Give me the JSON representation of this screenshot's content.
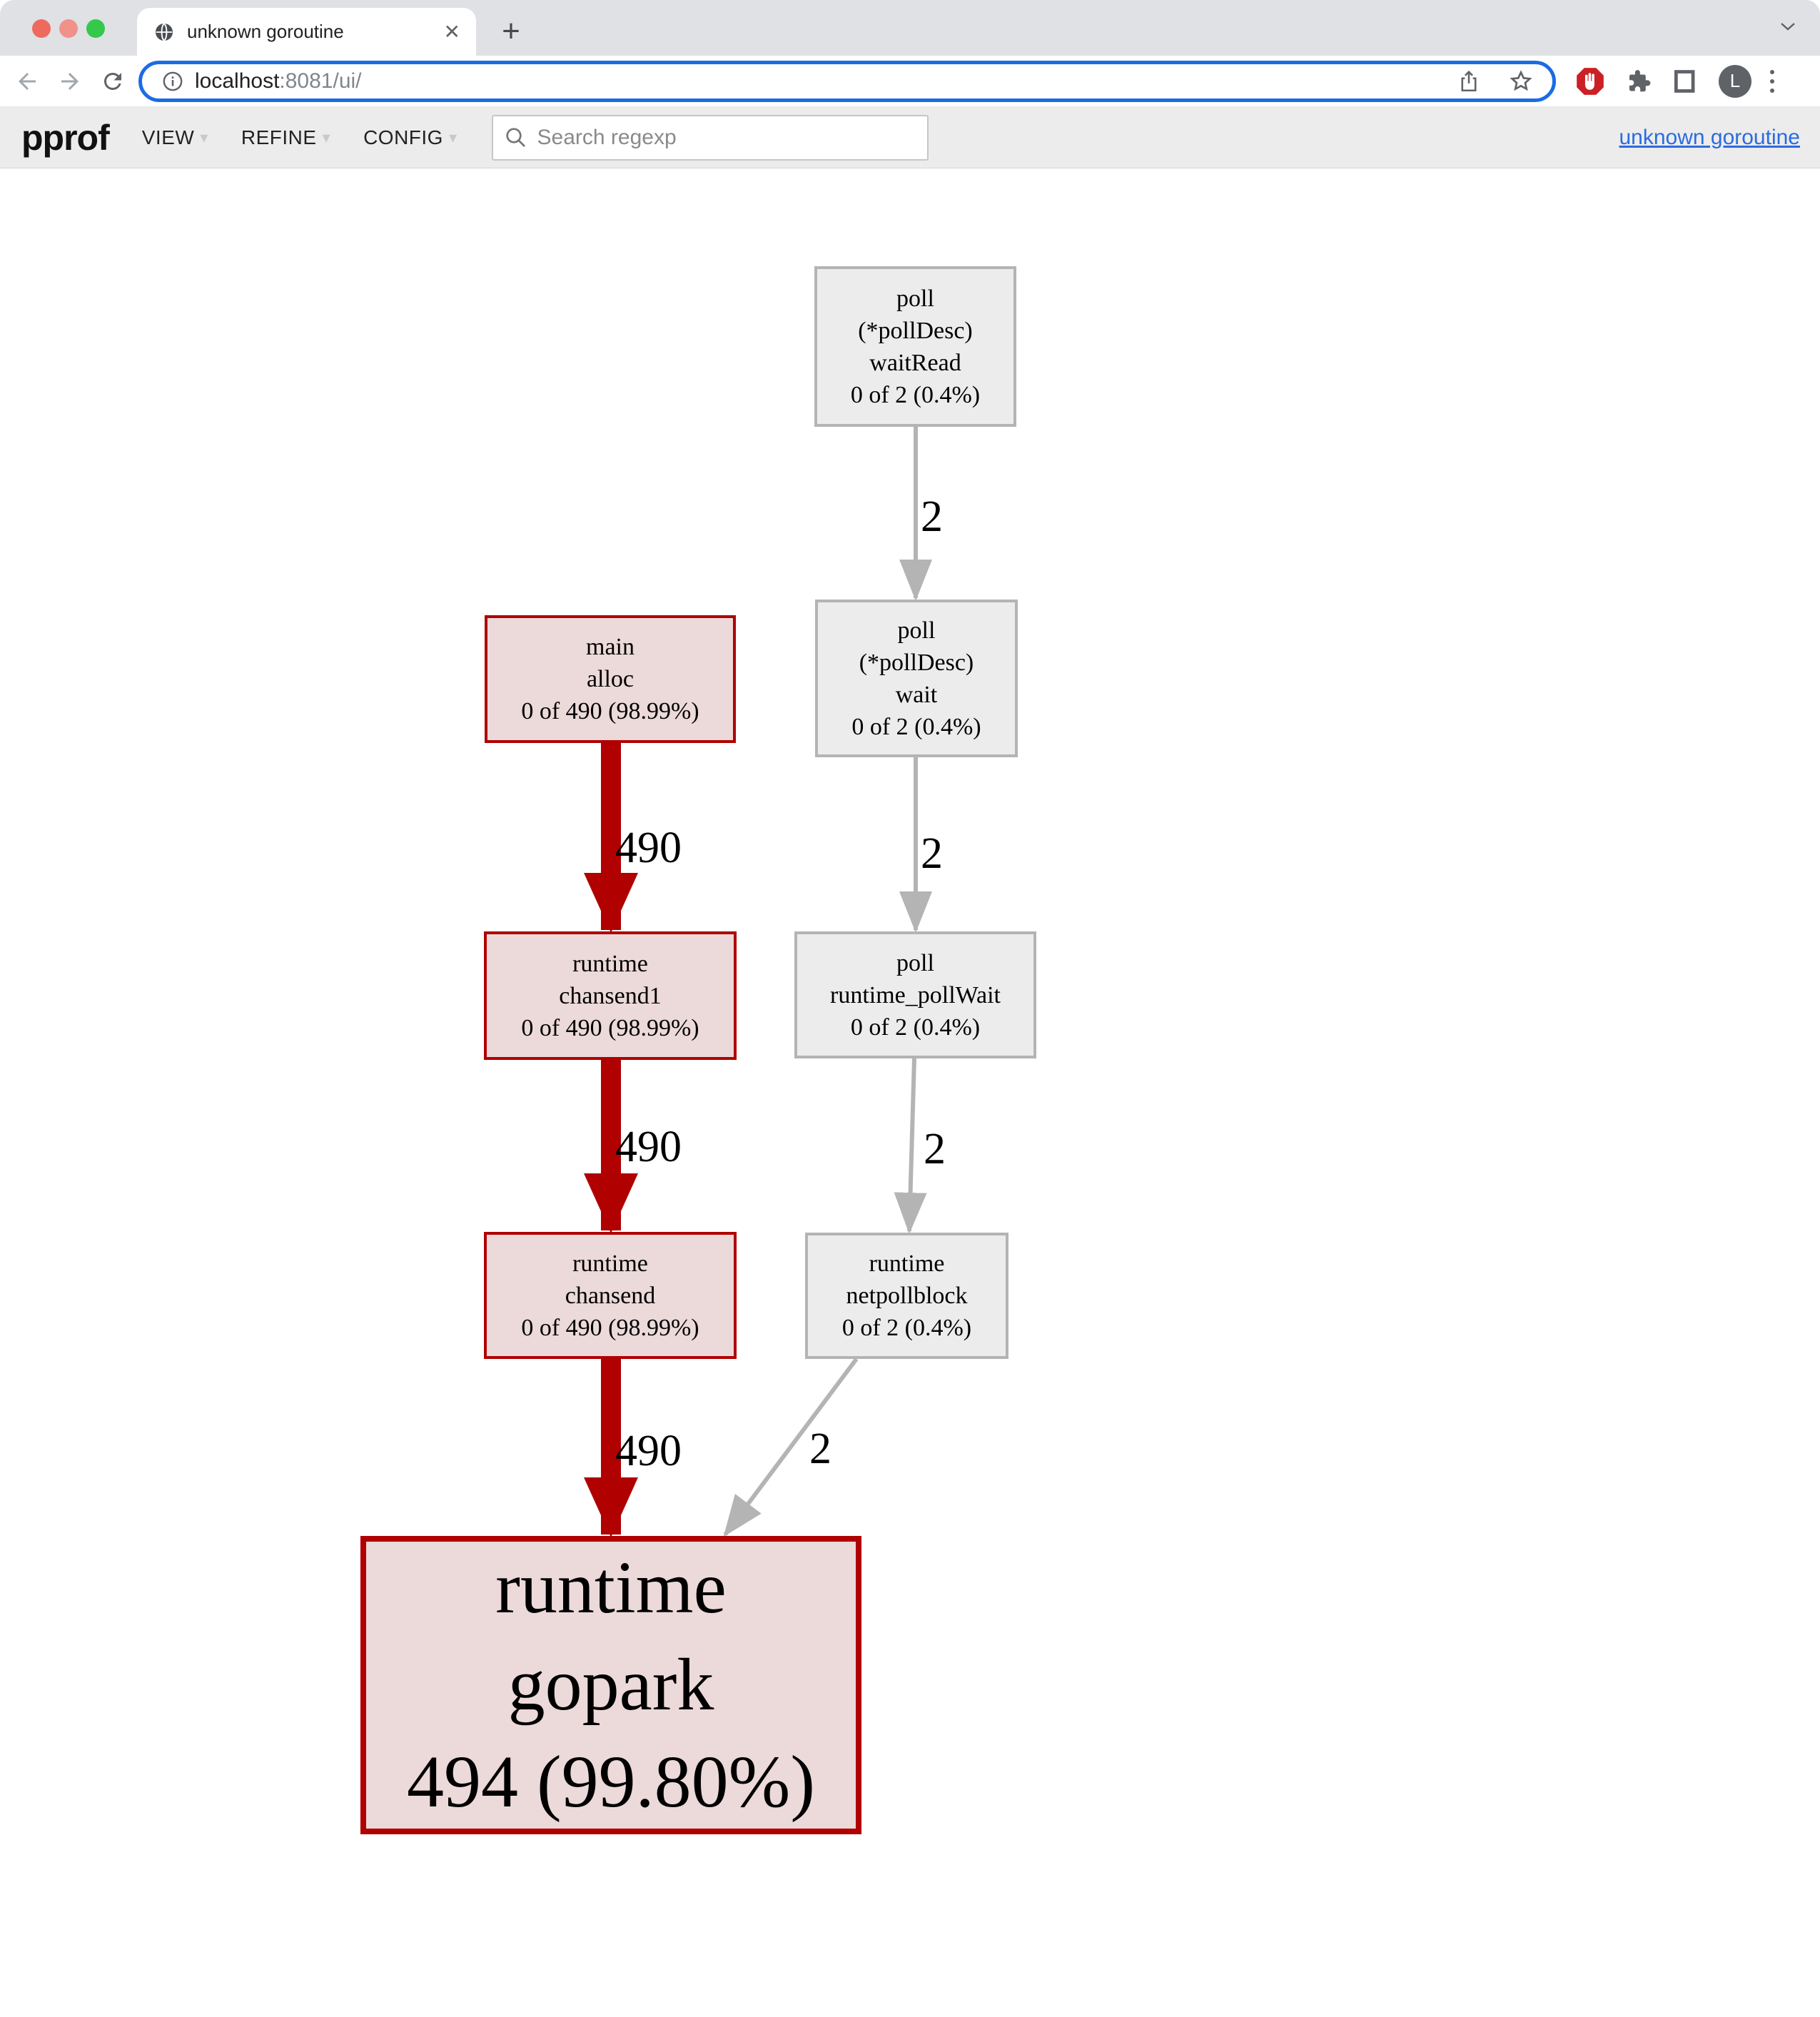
{
  "browser": {
    "tab_title": "unknown goroutine",
    "close_glyph": "✕",
    "newtab_glyph": "+",
    "url": {
      "host": "localhost",
      "path": ":8081/ui/"
    },
    "avatar_letter": "L"
  },
  "pprof": {
    "logo": "pprof",
    "menus": [
      {
        "label": "VIEW"
      },
      {
        "label": "REFINE"
      },
      {
        "label": "CONFIG"
      }
    ],
    "menu_caret": "▾",
    "search_placeholder": "Search regexp",
    "profile_link": "unknown goroutine"
  },
  "colors": {
    "hot_border": "#b00000",
    "hot_fill": "#ecd9d9",
    "cold_border": "#b4b4b4",
    "cold_fill": "#ececec",
    "focus_ring": "#1b6ce3",
    "link": "#2b6be0"
  },
  "graph": {
    "nodes": [
      {
        "id": "poll-waitread",
        "kind": "cold",
        "lines": [
          "poll",
          "(*pollDesc)",
          "waitRead",
          "0 of 2 (0.4%)"
        ]
      },
      {
        "id": "poll-wait",
        "kind": "cold",
        "lines": [
          "poll",
          "(*pollDesc)",
          "wait",
          "0 of 2 (0.4%)"
        ]
      },
      {
        "id": "main-alloc",
        "kind": "hot",
        "lines": [
          "main",
          "alloc",
          "0 of 490 (98.99%)"
        ]
      },
      {
        "id": "runtime-chansend1",
        "kind": "hot",
        "lines": [
          "runtime",
          "chansend1",
          "0 of 490 (98.99%)"
        ]
      },
      {
        "id": "poll-runtime-pollwait",
        "kind": "cold",
        "lines": [
          "poll",
          "runtime_pollWait",
          "0 of 2 (0.4%)"
        ]
      },
      {
        "id": "runtime-chansend",
        "kind": "hot",
        "lines": [
          "runtime",
          "chansend",
          "0 of 490 (98.99%)"
        ]
      },
      {
        "id": "runtime-netpollblock",
        "kind": "cold",
        "lines": [
          "runtime",
          "netpollblock",
          "0 of 2 (0.4%)"
        ]
      },
      {
        "id": "runtime-gopark",
        "kind": "hot",
        "lines": [
          "runtime",
          "gopark",
          "494 (99.80%)"
        ]
      }
    ],
    "edges": [
      {
        "from": "poll-waitread",
        "to": "poll-wait",
        "label": "2"
      },
      {
        "from": "poll-wait",
        "to": "poll-runtime-pollwait",
        "label": "2"
      },
      {
        "from": "poll-runtime-pollwait",
        "to": "runtime-netpollblock",
        "label": "2"
      },
      {
        "from": "runtime-netpollblock",
        "to": "runtime-gopark",
        "label": "2"
      },
      {
        "from": "main-alloc",
        "to": "runtime-chansend1",
        "label": "490"
      },
      {
        "from": "runtime-chansend1",
        "to": "runtime-chansend",
        "label": "490"
      },
      {
        "from": "runtime-chansend",
        "to": "runtime-gopark",
        "label": "490"
      }
    ]
  }
}
